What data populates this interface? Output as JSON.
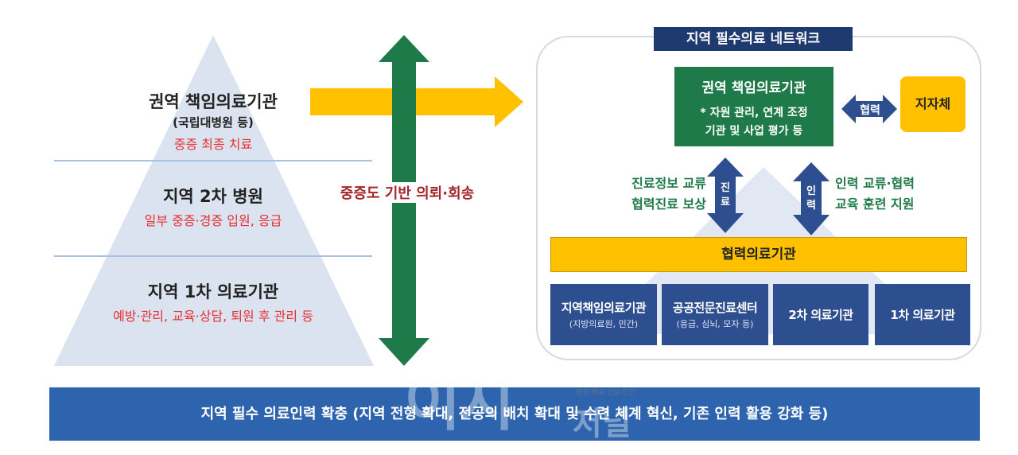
{
  "pyramid": {
    "tier1": {
      "title": "권역 책임의료기관",
      "subtitle": "(국립대병원 등)",
      "role": "중증 최종 치료"
    },
    "tier2": {
      "title": "지역 2차 병원",
      "role": "일부 중증·경증 입원, 응급"
    },
    "tier3": {
      "title": "지역 1차 의료기관",
      "role": "예방·관리, 교육·상담, 퇴원 후 관리 등"
    }
  },
  "center_arrow_label": "중증도 기반 의뢰·회송",
  "network": {
    "title": "지역 필수의료 네트워크",
    "regional_center": {
      "title": "권역 책임의료기관",
      "line1": "* 자원 관리, 연계 조정",
      "line2": "기관 및 사업 평가 등"
    },
    "cooperation_label": "협력",
    "local_gov": "지자체",
    "left_arrow_label": [
      "진",
      "료"
    ],
    "right_arrow_label": [
      "인",
      "력"
    ],
    "left_desc": [
      "진료정보 교류",
      "협력진료 보상"
    ],
    "right_desc": [
      "인력 교류·협력",
      "교육 훈련 지원"
    ],
    "partner_bar": "협력의료기관",
    "partners": [
      {
        "main": "지역책임의료기관",
        "sub": "(지방의료원, 민간)"
      },
      {
        "main": "공공전문진료센터",
        "sub": "(응급, 심뇌, 모자 등)"
      },
      {
        "main": "2차 의료기관",
        "sub": ""
      },
      {
        "main": "1차 의료기관",
        "sub": ""
      }
    ]
  },
  "footer": "지역 필수 의료인력 확충 (지역 전형 확대,  전공의 배치 확대 및 수련 체계 혁신, 기존 인력 활용 강화 등)",
  "watermark": {
    "main": "이지",
    "sub": "환경·예술·건설·인간",
    "tail": "저널"
  },
  "colors": {
    "pyramid_fill": "#dbe3f1",
    "green": "#1f7a49",
    "yellow": "#ffc000",
    "navy": "#2e4f8f",
    "footer": "#2e64ad",
    "red": "#e8302f"
  }
}
